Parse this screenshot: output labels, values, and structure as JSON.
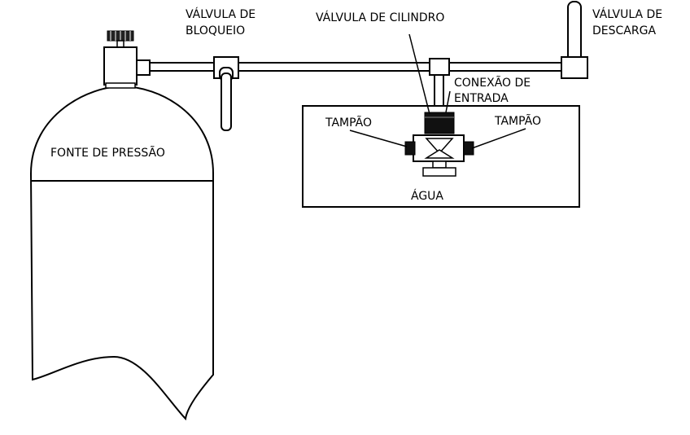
{
  "labels": {
    "valvula_bloqueio_l1": "VÁLVULA DE",
    "valvula_bloqueio_l2": "BLOQUEIO",
    "valvula_cilindro": "VÁLVULA DE CILINDRO",
    "valvula_descarga_l1": "VÁLVULA DE",
    "valvula_descarga_l2": "DESCARGA",
    "conexao_entrada_l1": "CONEXÃO DE",
    "conexao_entrada_l2": "ENTRADA",
    "tampao_left": "TAMPÃO",
    "tampao_right": "TAMPÃO",
    "fonte_pressao": "FONTE DE PRESSÃO",
    "agua": "ÁGUA"
  }
}
